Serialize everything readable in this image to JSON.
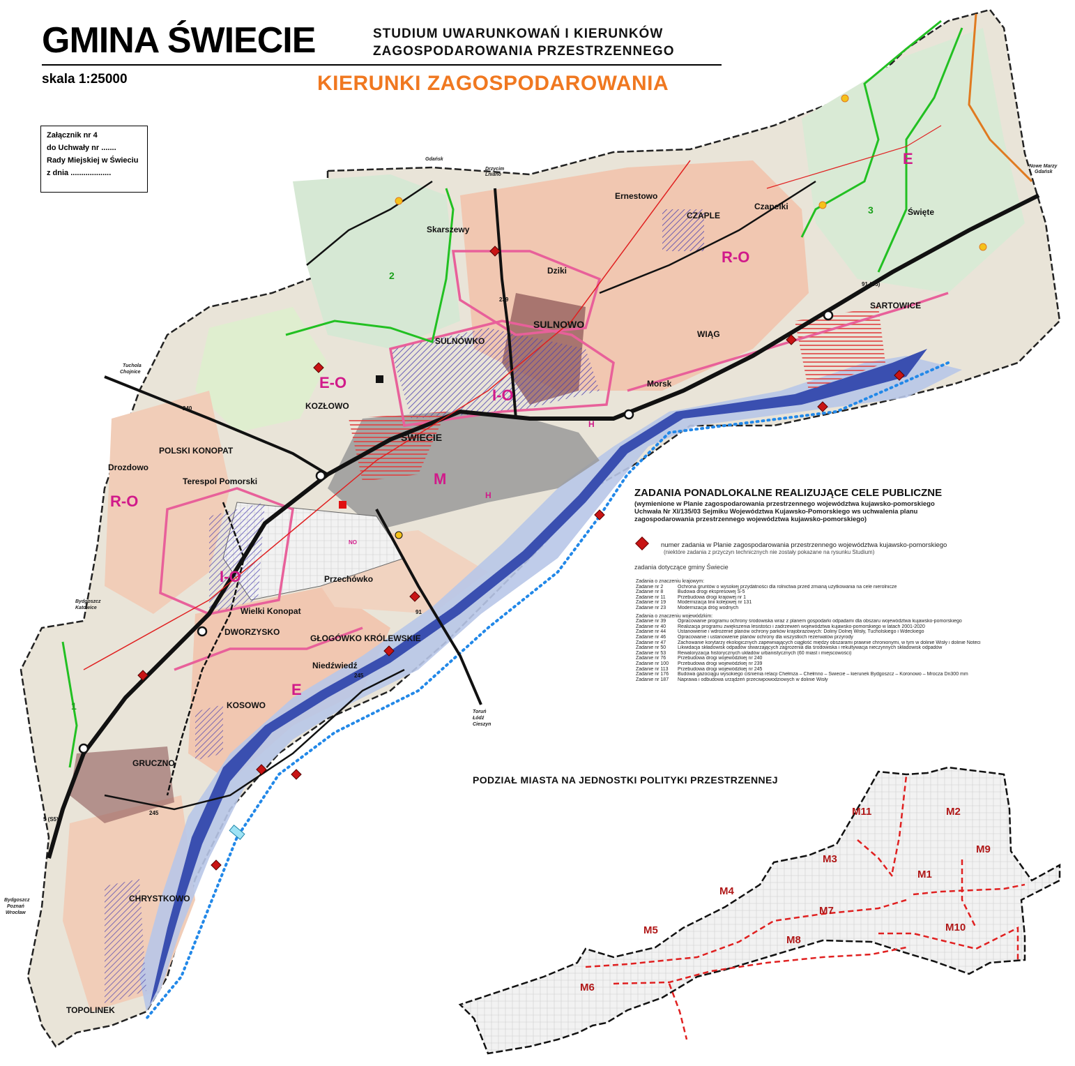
{
  "header": {
    "title": "GMINA ŚWIECIE",
    "subtitle_line1": "STUDIUM UWARUNKOWAŃ I KIERUNKÓW",
    "subtitle_line2": "ZAGOSPODAROWANIA PRZESTRZENNEGO",
    "scale": "skala 1:25000",
    "section": "KIERUNKI ZAGOSPODAROWANIA"
  },
  "annex": {
    "line1": "Załącznik nr 4",
    "line2": "do Uchwały nr .......",
    "line3": "Rady Miejskiej w Świeciu",
    "line4": "z dnia ..................."
  },
  "places": {
    "swiecie": "ŚWIECIE",
    "sulnowo": "SULNOWO",
    "sulnowko": "SULNÓWKO",
    "skarszewy": "Skarszewy",
    "dziki": "Dziki",
    "ernestowo": "Ernestowo",
    "czaple": "CZAPLE",
    "czapelki": "Czapelki",
    "swiete": "Święte",
    "sartowice": "SARTOWICE",
    "wiag": "WIĄG",
    "morsk": "Morsk",
    "kozlowo": "KOZŁOWO",
    "polski_konopat": "POLSKI KONOPAT",
    "drozdowo": "Drozdowo",
    "terespol": "Terespol Pomorski",
    "przechowko": "Przechówko",
    "wielki_konopat": "Wielki Konopat",
    "dworzysko": "DWORZYSKO",
    "glogowko": "GŁOGÓWKO KRÓLEWSKIE",
    "niedzwiedz": "Niedźwiedź",
    "kosowo": "KOSOWO",
    "gruczno": "GRUCZNO",
    "chrystkowo": "CHRYSTKOWO",
    "topolinek": "TOPOLINEK"
  },
  "directions": {
    "gdansk": "Gdańsk",
    "drzycim1": "Drzycim",
    "drzycim2": "Lniano",
    "nowe1": "Nowe Marzy",
    "nowe2": "Gdańsk",
    "tuchola1": "Tuchola",
    "tuchola2": "Chojnice",
    "bydgoszcz1": "Bydgoszcz",
    "bydgoszcz2": "Katowice",
    "bydg_s1": "Bydgoszcz",
    "bydg_s2": "Poznań",
    "bydg_s3": "Wrocław",
    "torun1": "Toruń",
    "torun2": "Łódź",
    "torun3": "Cieszyn"
  },
  "zones": {
    "e_north": "E",
    "ro_north": "R-O",
    "eo": "E-O",
    "io_north": "I-O",
    "m": "M",
    "ro_west": "R-O",
    "io_south": "I-O",
    "e_south": "E",
    "h1": "H",
    "h2": "H",
    "no": "NO"
  },
  "corridors": {
    "c1": "1",
    "c2": "2",
    "c3": "3"
  },
  "roads": {
    "r91a": "91 (S5)",
    "r91b": "91",
    "r239": "239",
    "r240": "240",
    "r245a": "245",
    "r245b": "245",
    "r5": "5 (S5)"
  },
  "legend": {
    "title": "ZADANIA PONADLOKALNE REALIZUJĄCE CELE PUBLICZNE",
    "sub1": "(wymienione w Planie zagospodarowania przestrzennego województwa kujawsko-pomorskiego",
    "sub2": "Uchwała Nr XI/135/03 Sejmiku Województwa Kujawsko-Pomorskiego ws uchwalenia planu",
    "sub3": "zagospodarowania przestrzennego województwa kujawsko-pomorskiego)",
    "marker_label": "numer zadania w Planie zagospodarowania przestrzennego województwa kujawsko-pomorskiego",
    "marker_note": "(niektóre zadania z przyczyn technicznych nie zostały pokazane na rysunku Studium)",
    "scope": "zadania dotyczące gminy Świecie",
    "national_head": "Zadania o znaczeniu krajowym:",
    "national": [
      {
        "no": "Zadanie nr 2",
        "text": "Ochrona gruntów o wysokiej przydatności dla rolnictwa przed zmianą użytkowania na cele nierolnicze"
      },
      {
        "no": "Zadanie nr 8",
        "text": "Budowa drogi ekspresowej S-5"
      },
      {
        "no": "Zadanie nr 11",
        "text": "Przebudowa drogi krajowej nr 1"
      },
      {
        "no": "Zadanie nr 19",
        "text": "Modernizacja linii kolejowej nr 131"
      },
      {
        "no": "Zadanie nr 23",
        "text": "Modernizacja dróg wodnych"
      }
    ],
    "regional_head": "Zadania o znaczeniu wojewódzkim:",
    "regional": [
      {
        "no": "Zadanie nr 39",
        "text": "Opracowanie programu ochrony środowiska wraz z planem gospodarki odpadami dla obszaru województwa kujawsko-pomorskiego"
      },
      {
        "no": "Zadanie nr 40",
        "text": "Realizacja programu zwiększenia lesistości i zadrzewień województwa kujawsko-pomorskiego w latach 2001-2020"
      },
      {
        "no": "Zadanie nr 44",
        "text": "Ustanowienie i wdrożenie planów ochrony parków krajobrazowych: Doliny Dolnej Wisły, Tucholskiego i Wdeckiego"
      },
      {
        "no": "Zadanie nr 46",
        "text": "Opracowanie i ustanowienie planów ochrony dla wszystkich rezerwatów przyrody"
      },
      {
        "no": "Zadanie nr 47",
        "text": "Zachowanie korytarzy ekologicznych zapewniających ciągłość między obszarami prawnie chronionymi, w tym w dolinie Wisły i dolinie Noteci"
      },
      {
        "no": "Zadanie nr 50",
        "text": "Likwidacja składowisk odpadów stwarzających zagrożenia dla środowiska i rekultywacja nieczynnych składowisk odpadów"
      },
      {
        "no": "Zadanie nr 53",
        "text": "Rewaloryzacja historycznych układów urbanistycznych (60 miast i miejscowości)"
      },
      {
        "no": "Zadanie nr 76",
        "text": "Przebudowa drogi wojewódzkiej nr 240"
      },
      {
        "no": "Zadanie nr 100",
        "text": "Przebudowa drogi wojewódzkiej nr 239"
      },
      {
        "no": "Zadanie nr 113",
        "text": "Przebudowa drogi wojewódzkiej nr 245"
      },
      {
        "no": "Zadanie nr 176",
        "text": "Budowa gazociągu wysokiego ciśnienia relacji Chełmża – Chełmno – Świecie – kierunek Bydgoszcz – Koronowo – Mrocza Dn300 mm"
      },
      {
        "no": "Zadanie nr 187",
        "text": "Naprawa i odbudowa urządzeń przeciwpowodziowych w dolinie Wisły"
      }
    ]
  },
  "inset": {
    "title": "PODZIAŁ MIASTA NA JEDNOSTKI POLITYKI PRZESTRZENNEJ",
    "units": [
      "M1",
      "M2",
      "M3",
      "M4",
      "M5",
      "M6",
      "M7",
      "M8",
      "M9",
      "M10",
      "M11"
    ]
  },
  "colors": {
    "section_orange": "#f07820",
    "zone_magenta": "#d11a8a",
    "river_blue": "#3a4fb0",
    "corridor_green": "#1aa01a",
    "unit_red": "#b01818"
  }
}
